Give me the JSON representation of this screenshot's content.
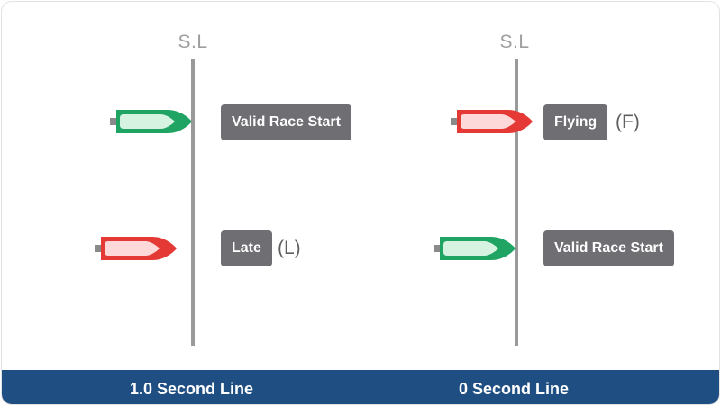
{
  "panels": {
    "left": {
      "start_line_label": "S.L",
      "footer_label": "1.0 Second Line",
      "rows": [
        {
          "boat_color": "green",
          "status": "Valid Race Start",
          "code": ""
        },
        {
          "boat_color": "red",
          "status": "Late",
          "code": "(L)"
        }
      ]
    },
    "right": {
      "start_line_label": "S.L",
      "footer_label": "0 Second Line",
      "rows": [
        {
          "boat_color": "red",
          "status": "Flying",
          "code": "(F)"
        },
        {
          "boat_color": "green",
          "status": "Valid Race Start",
          "code": ""
        }
      ]
    }
  },
  "colors": {
    "green_boat": "#1fa463",
    "red_boat": "#e53935",
    "start_line": "#9a9a9a",
    "tag_bg": "#6e6e73",
    "footer_bg": "#1f4e82"
  }
}
